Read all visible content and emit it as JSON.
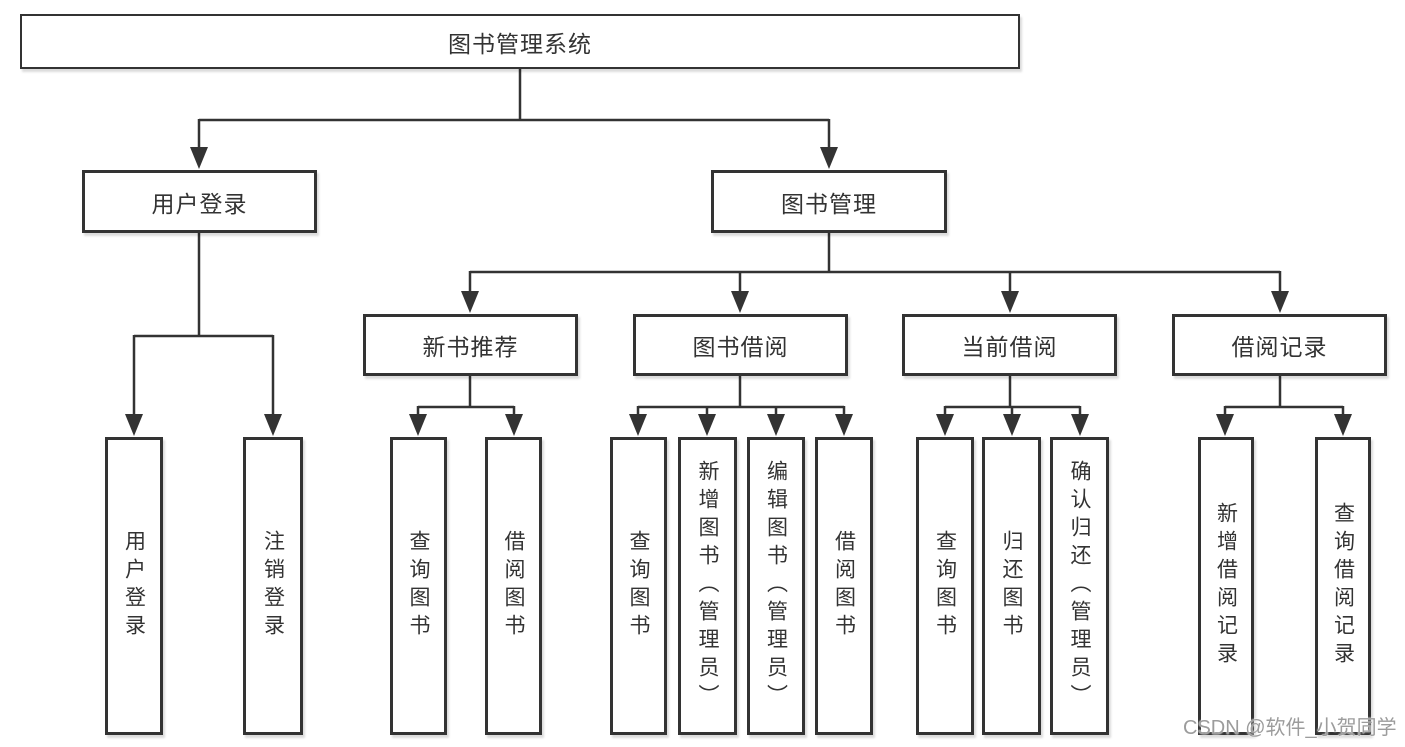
{
  "title": "图书管理系统",
  "colors": {
    "line": "#333333",
    "box_border": "#333333",
    "box_background": "#ffffff",
    "text": "#333333",
    "watermark": "#9c9c9c",
    "page_background": "#ffffff"
  },
  "watermark": {
    "text": "CSDN @软件_小贺同学"
  },
  "tree": {
    "root": "图书管理系统",
    "children": [
      {
        "label": "用户登录",
        "children": [
          "用户登录",
          "注销登录"
        ]
      },
      {
        "label": "图书管理",
        "children": [
          {
            "label": "新书推荐",
            "children": [
              "查询图书",
              "借阅图书"
            ]
          },
          {
            "label": "图书借阅",
            "children": [
              "查询图书",
              "新增图书（管理员）",
              "编辑图书（管理员）",
              "借阅图书"
            ]
          },
          {
            "label": "当前借阅",
            "children": [
              "查询图书",
              "归还图书",
              "确认归还（管理员）"
            ]
          },
          {
            "label": "借阅记录",
            "children": [
              "新增借阅记录",
              "查询借阅记录"
            ]
          }
        ]
      }
    ]
  }
}
